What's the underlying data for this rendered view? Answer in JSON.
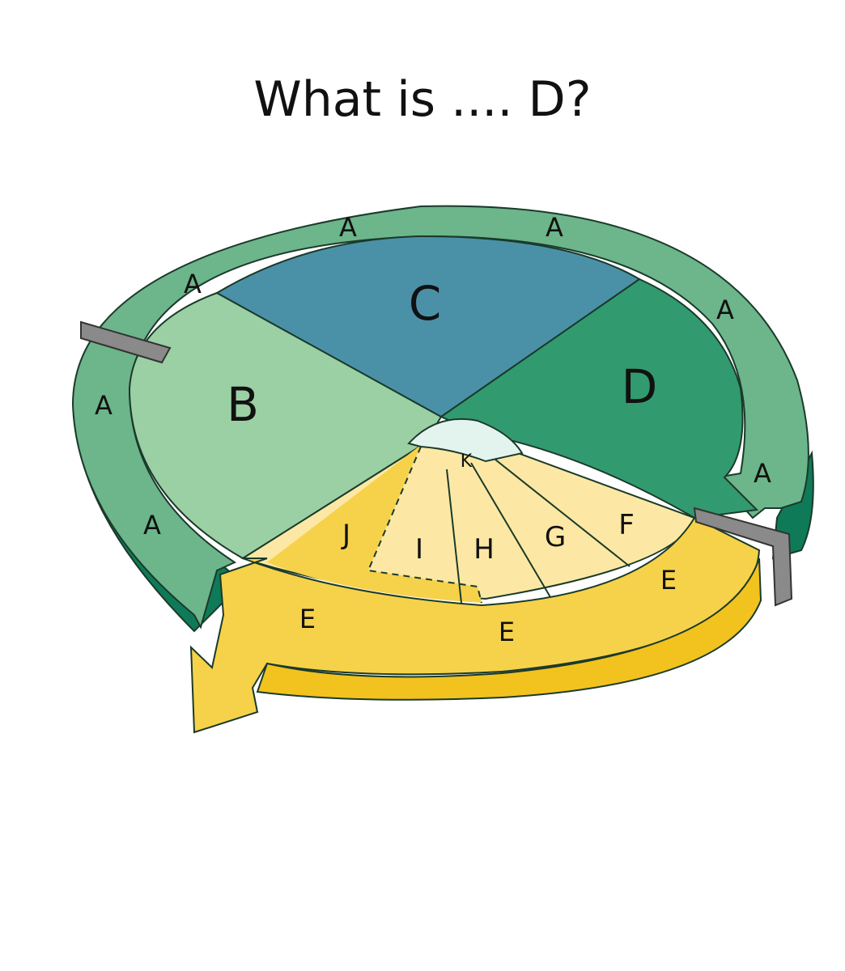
{
  "question": "What is .... D?",
  "segments": {
    "b": "B",
    "c": "C",
    "d": "D",
    "f": "F",
    "g": "G",
    "h": "H",
    "i": "I",
    "j": "J",
    "k": "K"
  },
  "ring_labels": {
    "a1": "A",
    "a2": "A",
    "a3": "A",
    "a4": "A",
    "a5": "A",
    "a6": "A",
    "a7": "A",
    "e1": "E",
    "e2": "E",
    "e3": "E"
  },
  "colors": {
    "outer_ring": "#6db58a",
    "outer_ring_side": "#0f7a58",
    "b": "#9bcfa4",
    "c": "#4a91a8",
    "d": "#329a6f",
    "yellow_arrow": "#f6d24a",
    "yellow_arrow_side": "#f2c21e",
    "yellow_light": "#fce8a4",
    "center": "#e3f3ee",
    "checkpoint": "#8a8a8a"
  }
}
